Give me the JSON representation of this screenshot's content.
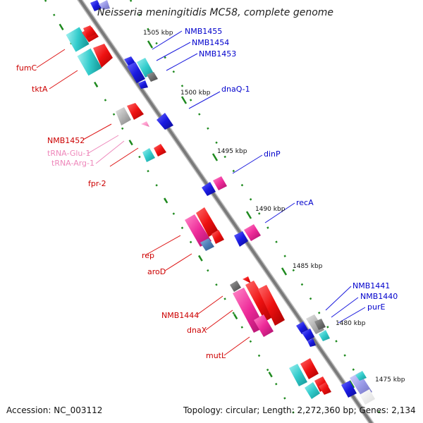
{
  "title": "Neisseria meningitidis MC58, complete genome",
  "footer": {
    "accession": "Accession: NC_003112",
    "summary": "Topology: circular; Length: 2,272,360 bp; Genes: 2,134"
  },
  "colors": {
    "backbone": "#7f7f7f",
    "tick": "#1f8a1f",
    "left_label": "#cc0000",
    "trna_label": "#ee88bb",
    "right_label": "#0000cc",
    "red": "#ee1111",
    "cyan": "#33cccc",
    "blue": "#1a1ae0",
    "magenta": "#ee2a99",
    "gray": "#b4b4b4",
    "darkgray": "#707070",
    "steel": "#4e7fb8",
    "pink": "#ff9ccd"
  },
  "kbp_labels": [
    "1505 kbp",
    "1500 kbp",
    "1495 kbp",
    "1490 kbp",
    "1485 kbp",
    "1480 kbp",
    "1475 kbp"
  ],
  "left_labels": [
    "fumC",
    "tktA",
    "NMB1452",
    "tRNA-Glu-1",
    "tRNA-Arg-1",
    "fpr-2",
    "rep",
    "aroD",
    "NMB1444",
    "dnaX",
    "mutL"
  ],
  "right_labels": [
    "NMB1455",
    "NMB1454",
    "NMB1453",
    "dnaQ-1",
    "dinP",
    "recA",
    "NMB1441",
    "NMB1440",
    "purE"
  ]
}
